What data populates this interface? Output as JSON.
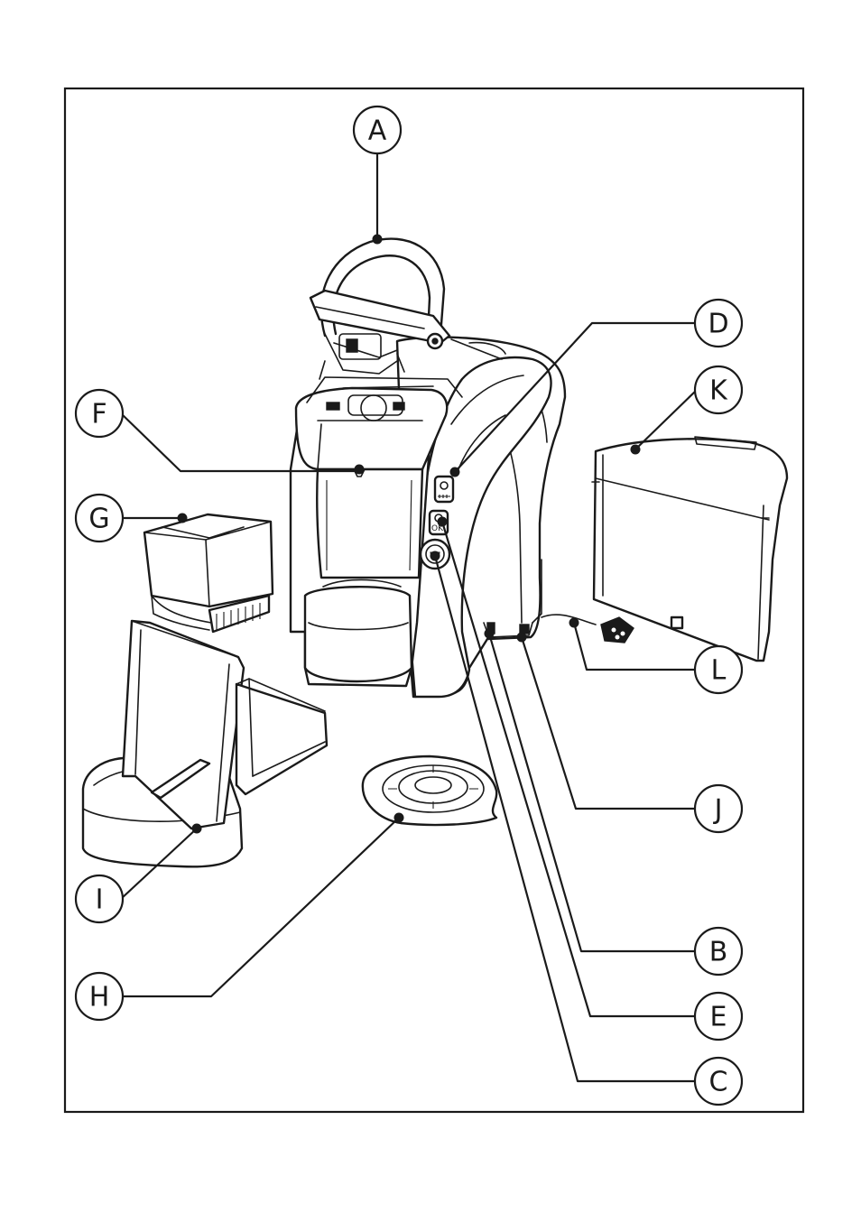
{
  "callouts": [
    {
      "id": "A",
      "label": "A"
    },
    {
      "id": "B",
      "label": "B"
    },
    {
      "id": "C",
      "label": "C"
    },
    {
      "id": "D",
      "label": "D"
    },
    {
      "id": "E",
      "label": "E"
    },
    {
      "id": "F",
      "label": "F"
    },
    {
      "id": "G",
      "label": "G"
    },
    {
      "id": "H",
      "label": "H"
    },
    {
      "id": "I",
      "label": "I"
    },
    {
      "id": "J",
      "label": "J"
    },
    {
      "id": "K",
      "label": "K"
    },
    {
      "id": "L",
      "label": "L"
    }
  ],
  "buttons": {
    "ok_label": "OK"
  },
  "colors": {
    "ink": "#1a1a1a",
    "paper": "#ffffff"
  }
}
